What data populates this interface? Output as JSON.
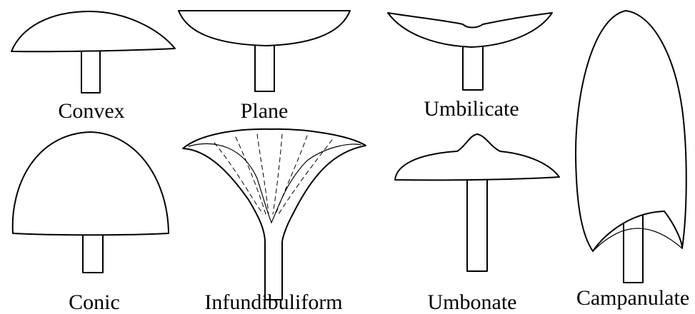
{
  "figure": {
    "shapes": [
      {
        "id": "convex",
        "label": "Convex"
      },
      {
        "id": "plane",
        "label": "Plane"
      },
      {
        "id": "umbilicate",
        "label": "Umbilicate"
      },
      {
        "id": "campanulate",
        "label": "Campanulate"
      },
      {
        "id": "conic",
        "label": "Conic"
      },
      {
        "id": "infundibuliform",
        "label": "Infundibuliform"
      },
      {
        "id": "umbonate",
        "label": "Umbonate"
      }
    ]
  }
}
